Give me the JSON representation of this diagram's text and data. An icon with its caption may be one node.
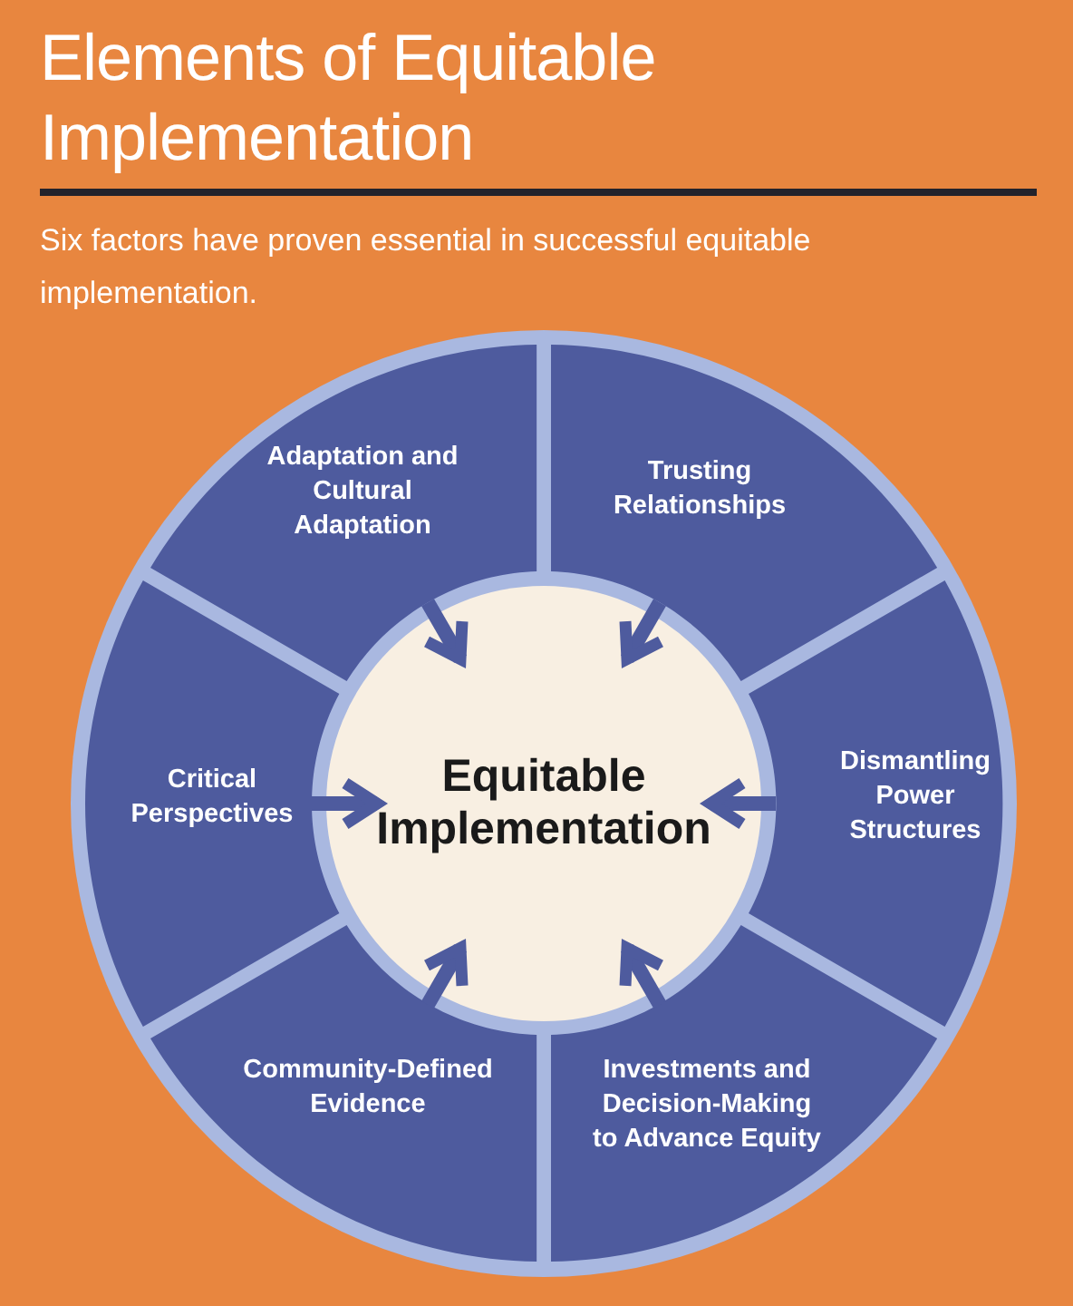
{
  "diagram": {
    "title": "Elements of Equitable Implementation",
    "nodes": [
      {
        "text": [
          "Adaptation and Cultural Adaptation"
        ]
      },
      {
        "text": [
          "Trusting Relationships"
        ]
      },
      {
        "text": [
          "Critical Perspectives"
        ]
      },
      {
        "text": [
          "Equitable Implementation"
        ]
      },
      {
        "text": [
          "Dismantling Power Structures"
        ]
      },
      {
        "text": [
          "Community-Defined Evidence"
        ]
      },
      {
        "text": [
          "Investments and Decision-Making to Advance Equity"
        ]
      }
    ],
    "edges": [
      {
        "from": 0,
        "to": 3,
        "arrow": "to"
      },
      {
        "from": 1,
        "to": 3,
        "arrow": "to"
      },
      {
        "from": 2,
        "to": 3,
        "arrow": "to"
      },
      {
        "from": 4,
        "to": 3,
        "arrow": "to"
      },
      {
        "from": 5,
        "to": 3,
        "arrow": "to"
      },
      {
        "from": 6,
        "to": 3,
        "arrow": "to"
      }
    ],
    "labels": [
      "Six factors have proven essential in successful equitable implementation."
    ]
  }
}
